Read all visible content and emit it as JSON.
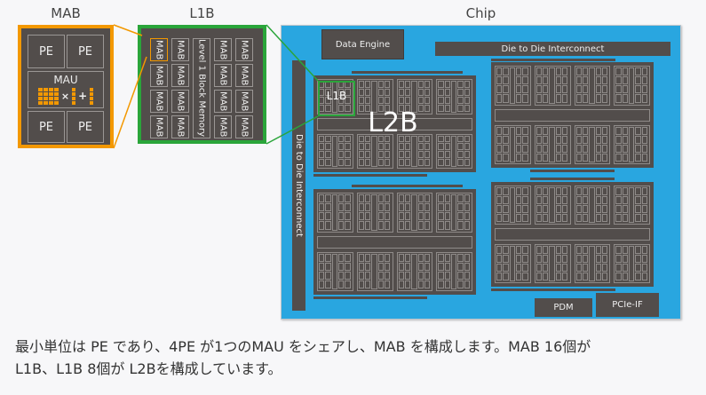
{
  "titles": {
    "mab": "MAB",
    "l1b": "L1B",
    "chip": "Chip"
  },
  "colors": {
    "mab_border": "#f39800",
    "l1b_border": "#2aa53a",
    "chip_bg": "#29a6e0",
    "block_dark": "#524d4b"
  },
  "mab": {
    "pe_labels": [
      "PE",
      "PE",
      "PE",
      "PE"
    ],
    "mau_label": "MAU",
    "mau_op_multiply": "×",
    "mau_op_add": "+"
  },
  "l1b": {
    "mab_cells": [
      "MAB",
      "MAB",
      "MAB",
      "MAB",
      "MAB",
      "MAB",
      "MAB",
      "MAB",
      "MAB",
      "MAB",
      "MAB",
      "MAB",
      "MAB",
      "MAB",
      "MAB",
      "MAB"
    ],
    "memory_label": "Level 1 Block Memory"
  },
  "chip": {
    "data_engine": "Data Engine",
    "d2d_horizontal": "Die to Die Interconnect",
    "d2d_vertical": "Die to Die Interconnect",
    "l1b_highlight": "L1B",
    "l2b_label": "L2B",
    "pdm": "PDM",
    "pcie": "PCIe-IF"
  },
  "caption": {
    "line1": "最小単位は PE であり、4PE が1つのMAU をシェアし、MAB を構成します。MAB 16個が",
    "line2": "L1B、L1B 8個が L2Bを構成しています。"
  }
}
